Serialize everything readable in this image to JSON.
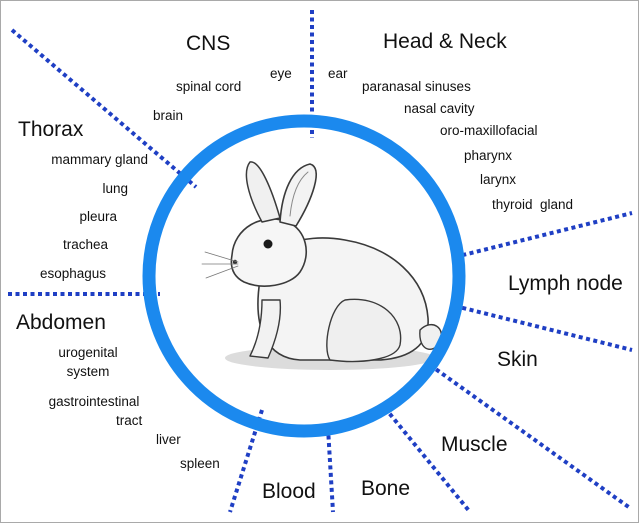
{
  "colors": {
    "ring": "#1b89ee",
    "divider": "#1f3fc4",
    "frame": "#a9a9a9",
    "text": "#111111"
  },
  "illustration": {
    "subject": "rabbit-sketch"
  },
  "regions": {
    "cns": {
      "title": "CNS",
      "items": [
        "spinal cord",
        "eye",
        "brain"
      ]
    },
    "head_neck": {
      "title": "Head & Neck",
      "items": [
        "ear",
        "paranasal sinuses",
        "nasal cavity",
        "oro-maxillofacial",
        "pharynx",
        "larynx",
        "thyroid  gland"
      ]
    },
    "thorax": {
      "title": "Thorax",
      "items": [
        "mammary gland",
        "lung",
        "pleura",
        "trachea",
        "esophagus"
      ]
    },
    "abdomen": {
      "title": "Abdomen",
      "items": [
        "urogenital",
        "system",
        "gastrointestinal",
        "tract",
        "liver",
        "spleen"
      ]
    },
    "lymph_node": {
      "title": "Lymph node"
    },
    "skin": {
      "title": "Skin"
    },
    "muscle": {
      "title": "Muscle"
    },
    "bone": {
      "title": "Bone"
    },
    "blood": {
      "title": "Blood"
    }
  }
}
